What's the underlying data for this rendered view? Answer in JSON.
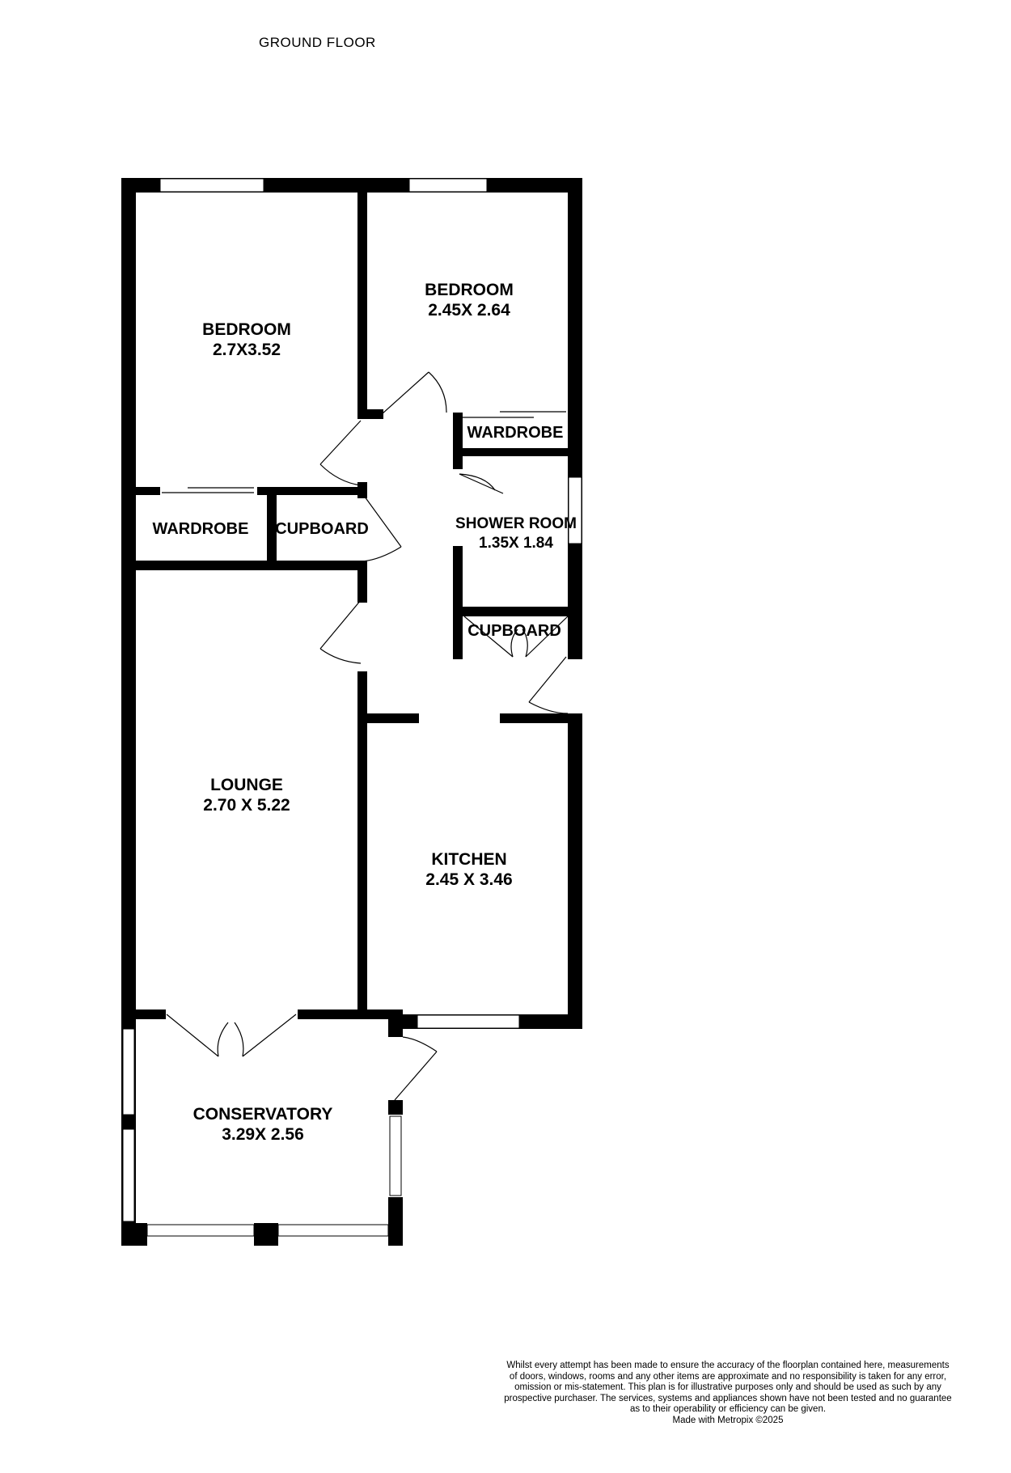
{
  "floor_title": "GROUND FLOOR",
  "rooms": {
    "bedroom_1": {
      "name": "BEDROOM",
      "size": "2.7X3.52"
    },
    "bedroom_2": {
      "name": "BEDROOM",
      "size": "2.45X 2.64"
    },
    "wardrobe_1": {
      "name": "WARDROBE"
    },
    "wardrobe_2": {
      "name": "WARDROBE"
    },
    "cupboard_1": {
      "name": "CUPBOARD"
    },
    "cupboard_2": {
      "name": "CUPBOARD"
    },
    "shower_room": {
      "name": "SHOWER ROOM",
      "size": "1.35X 1.84"
    },
    "lounge": {
      "name": "LOUNGE",
      "size": "2.70 X 5.22"
    },
    "kitchen": {
      "name": "KITCHEN",
      "size": "2.45 X 3.46"
    },
    "conservatory": {
      "name": "CONSERVATORY",
      "size": "3.29X 2.56"
    }
  },
  "disclaimer": {
    "lines": [
      "Whilst every attempt has been made to ensure the accuracy of the floorplan contained here, measurements",
      "of doors, windows, rooms and any other items are approximate and no responsibility is taken for any error,",
      "omission or mis-statement. This plan is for illustrative purposes only and should be used as such by any",
      "prospective purchaser. The services, systems and appliances shown have not been tested and no guarantee",
      "as to their operability or efficiency can be given.",
      "Made with Metropix ©2025"
    ]
  },
  "colors": {
    "wall": "#000000",
    "background": "#ffffff"
  }
}
